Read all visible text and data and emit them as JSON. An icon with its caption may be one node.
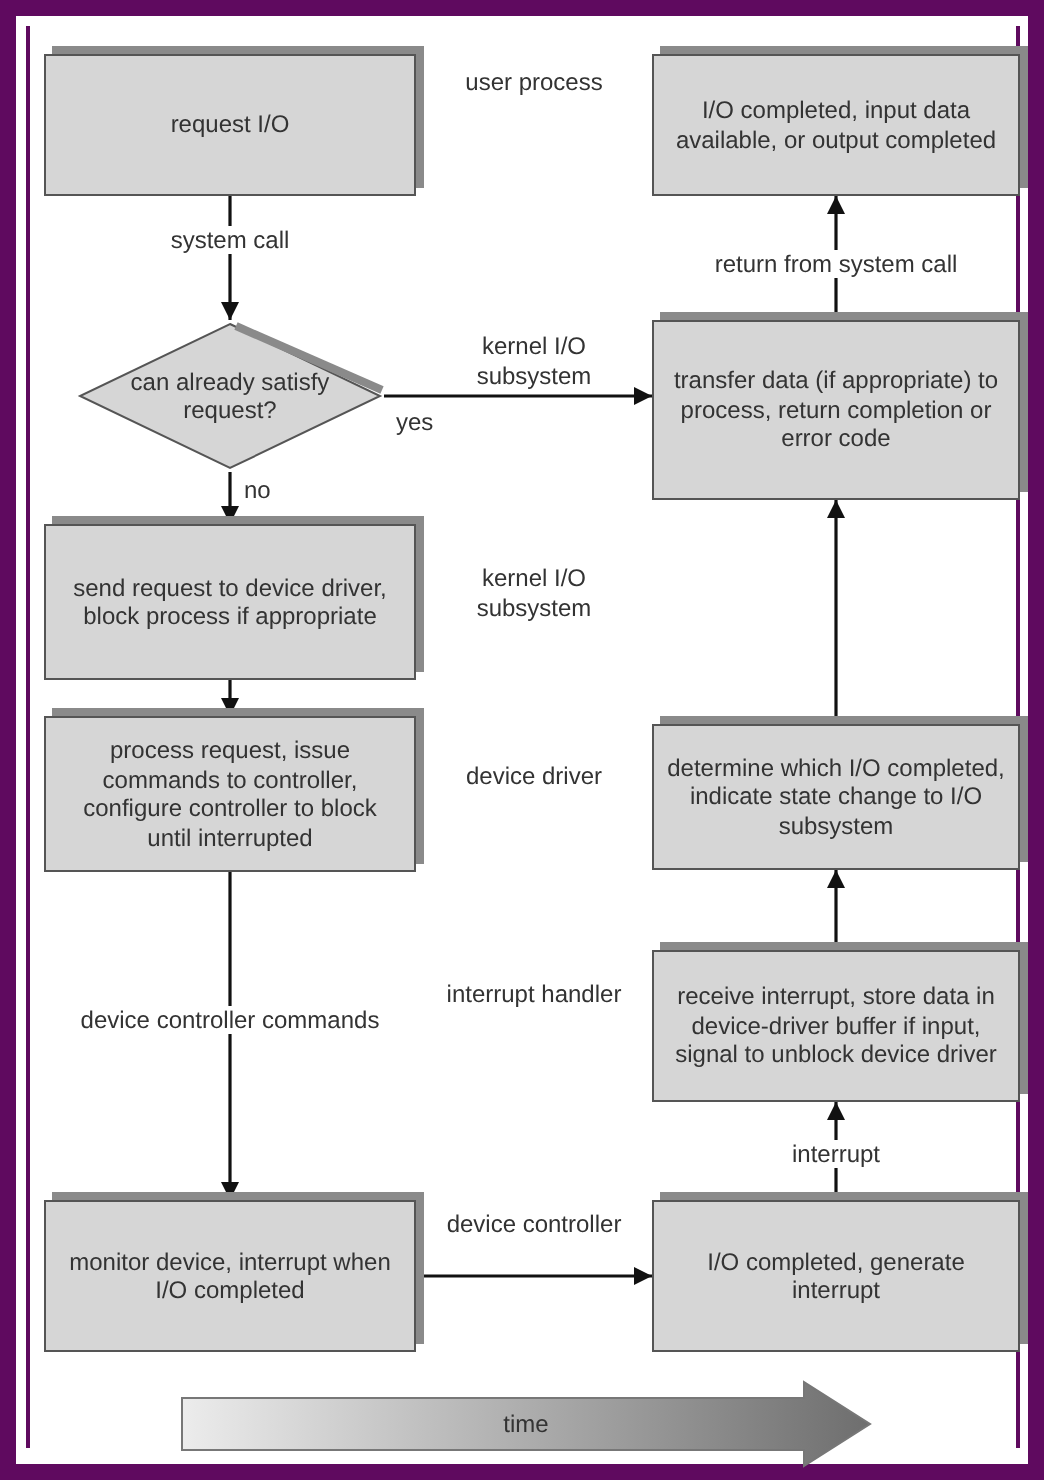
{
  "diagram": {
    "nodes": [
      {
        "text": [
          "request I/O"
        ]
      },
      {
        "text": [
          "can already satisfy request?"
        ]
      },
      {
        "text": [
          "send request to device driver, block process if appropriate"
        ]
      },
      {
        "text": [
          "process request, issue commands to controller, configure controller to block until interrupted"
        ]
      },
      {
        "text": [
          "monitor device, interrupt when I/O completed"
        ]
      },
      {
        "text": [
          "I/O completed, input data available, or output completed"
        ]
      },
      {
        "text": [
          "transfer data (if appropriate) to process, return completion or error code"
        ]
      },
      {
        "text": [
          "determine which I/O completed, indicate state change to I/O subsystem"
        ]
      },
      {
        "text": [
          "receive interrupt, store data in device-driver buffer if input, signal to unblock device driver"
        ]
      },
      {
        "text": [
          "I/O completed, generate interrupt"
        ]
      },
      {
        "text": [
          "time"
        ]
      }
    ],
    "edges": [
      {
        "from": 0,
        "to": 1,
        "arrow": "to",
        "label": "system call"
      },
      {
        "from": 1,
        "to": 6,
        "arrow": "to",
        "label": "yes"
      },
      {
        "from": 1,
        "to": 2,
        "arrow": "to",
        "label": "no"
      },
      {
        "from": 2,
        "to": 3,
        "arrow": "to"
      },
      {
        "from": 3,
        "to": 4,
        "arrow": "to",
        "label": "device controller commands"
      },
      {
        "from": 4,
        "to": 9,
        "arrow": "to"
      },
      {
        "from": 9,
        "to": 8,
        "arrow": "to",
        "label": "interrupt"
      },
      {
        "from": 8,
        "to": 7,
        "arrow": "to"
      },
      {
        "from": 7,
        "to": 6,
        "arrow": "to"
      },
      {
        "from": 6,
        "to": 5,
        "arrow": "to",
        "label": "return from system call"
      }
    ],
    "labels": [
      "user process",
      "kernel I/O subsystem",
      "kernel I/O subsystem",
      "device driver",
      "interrupt handler",
      "device controller"
    ]
  }
}
